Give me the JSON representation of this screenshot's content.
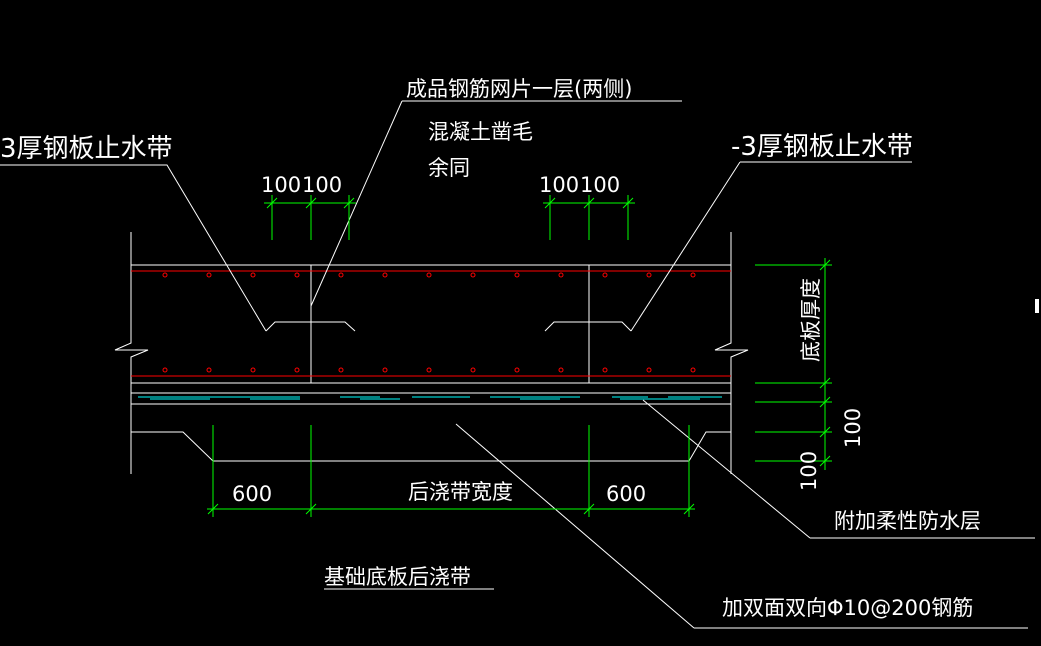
{
  "labels": {
    "mesh_note": "成品钢筋网片一层(两侧)",
    "chisel_note_line1": "混凝土凿毛",
    "chisel_note_line2": "余同",
    "waterstop_left": "3厚钢板止水带",
    "waterstop_right": "-3厚钢板止水带",
    "dim_top_left_1": "100",
    "dim_top_left_2": "100",
    "dim_top_right_1": "100",
    "dim_top_right_2": "100",
    "slab_thickness": "底板厚度",
    "dim_right_1": "100",
    "dim_right_2": "100",
    "dim_bottom_left": "600",
    "dim_bottom_mid": "后浇带宽度",
    "dim_bottom_right": "600",
    "waterproof_note": "附加柔性防水层",
    "title": "基础底板后浇带",
    "rebar_note": "加双面双向Φ10@200钢筋"
  },
  "colors": {
    "background": "#000000",
    "lines": "#ffffff",
    "dimension": "#00ff00",
    "rebar": "#ff0000",
    "waterproof": "#00ffff"
  }
}
